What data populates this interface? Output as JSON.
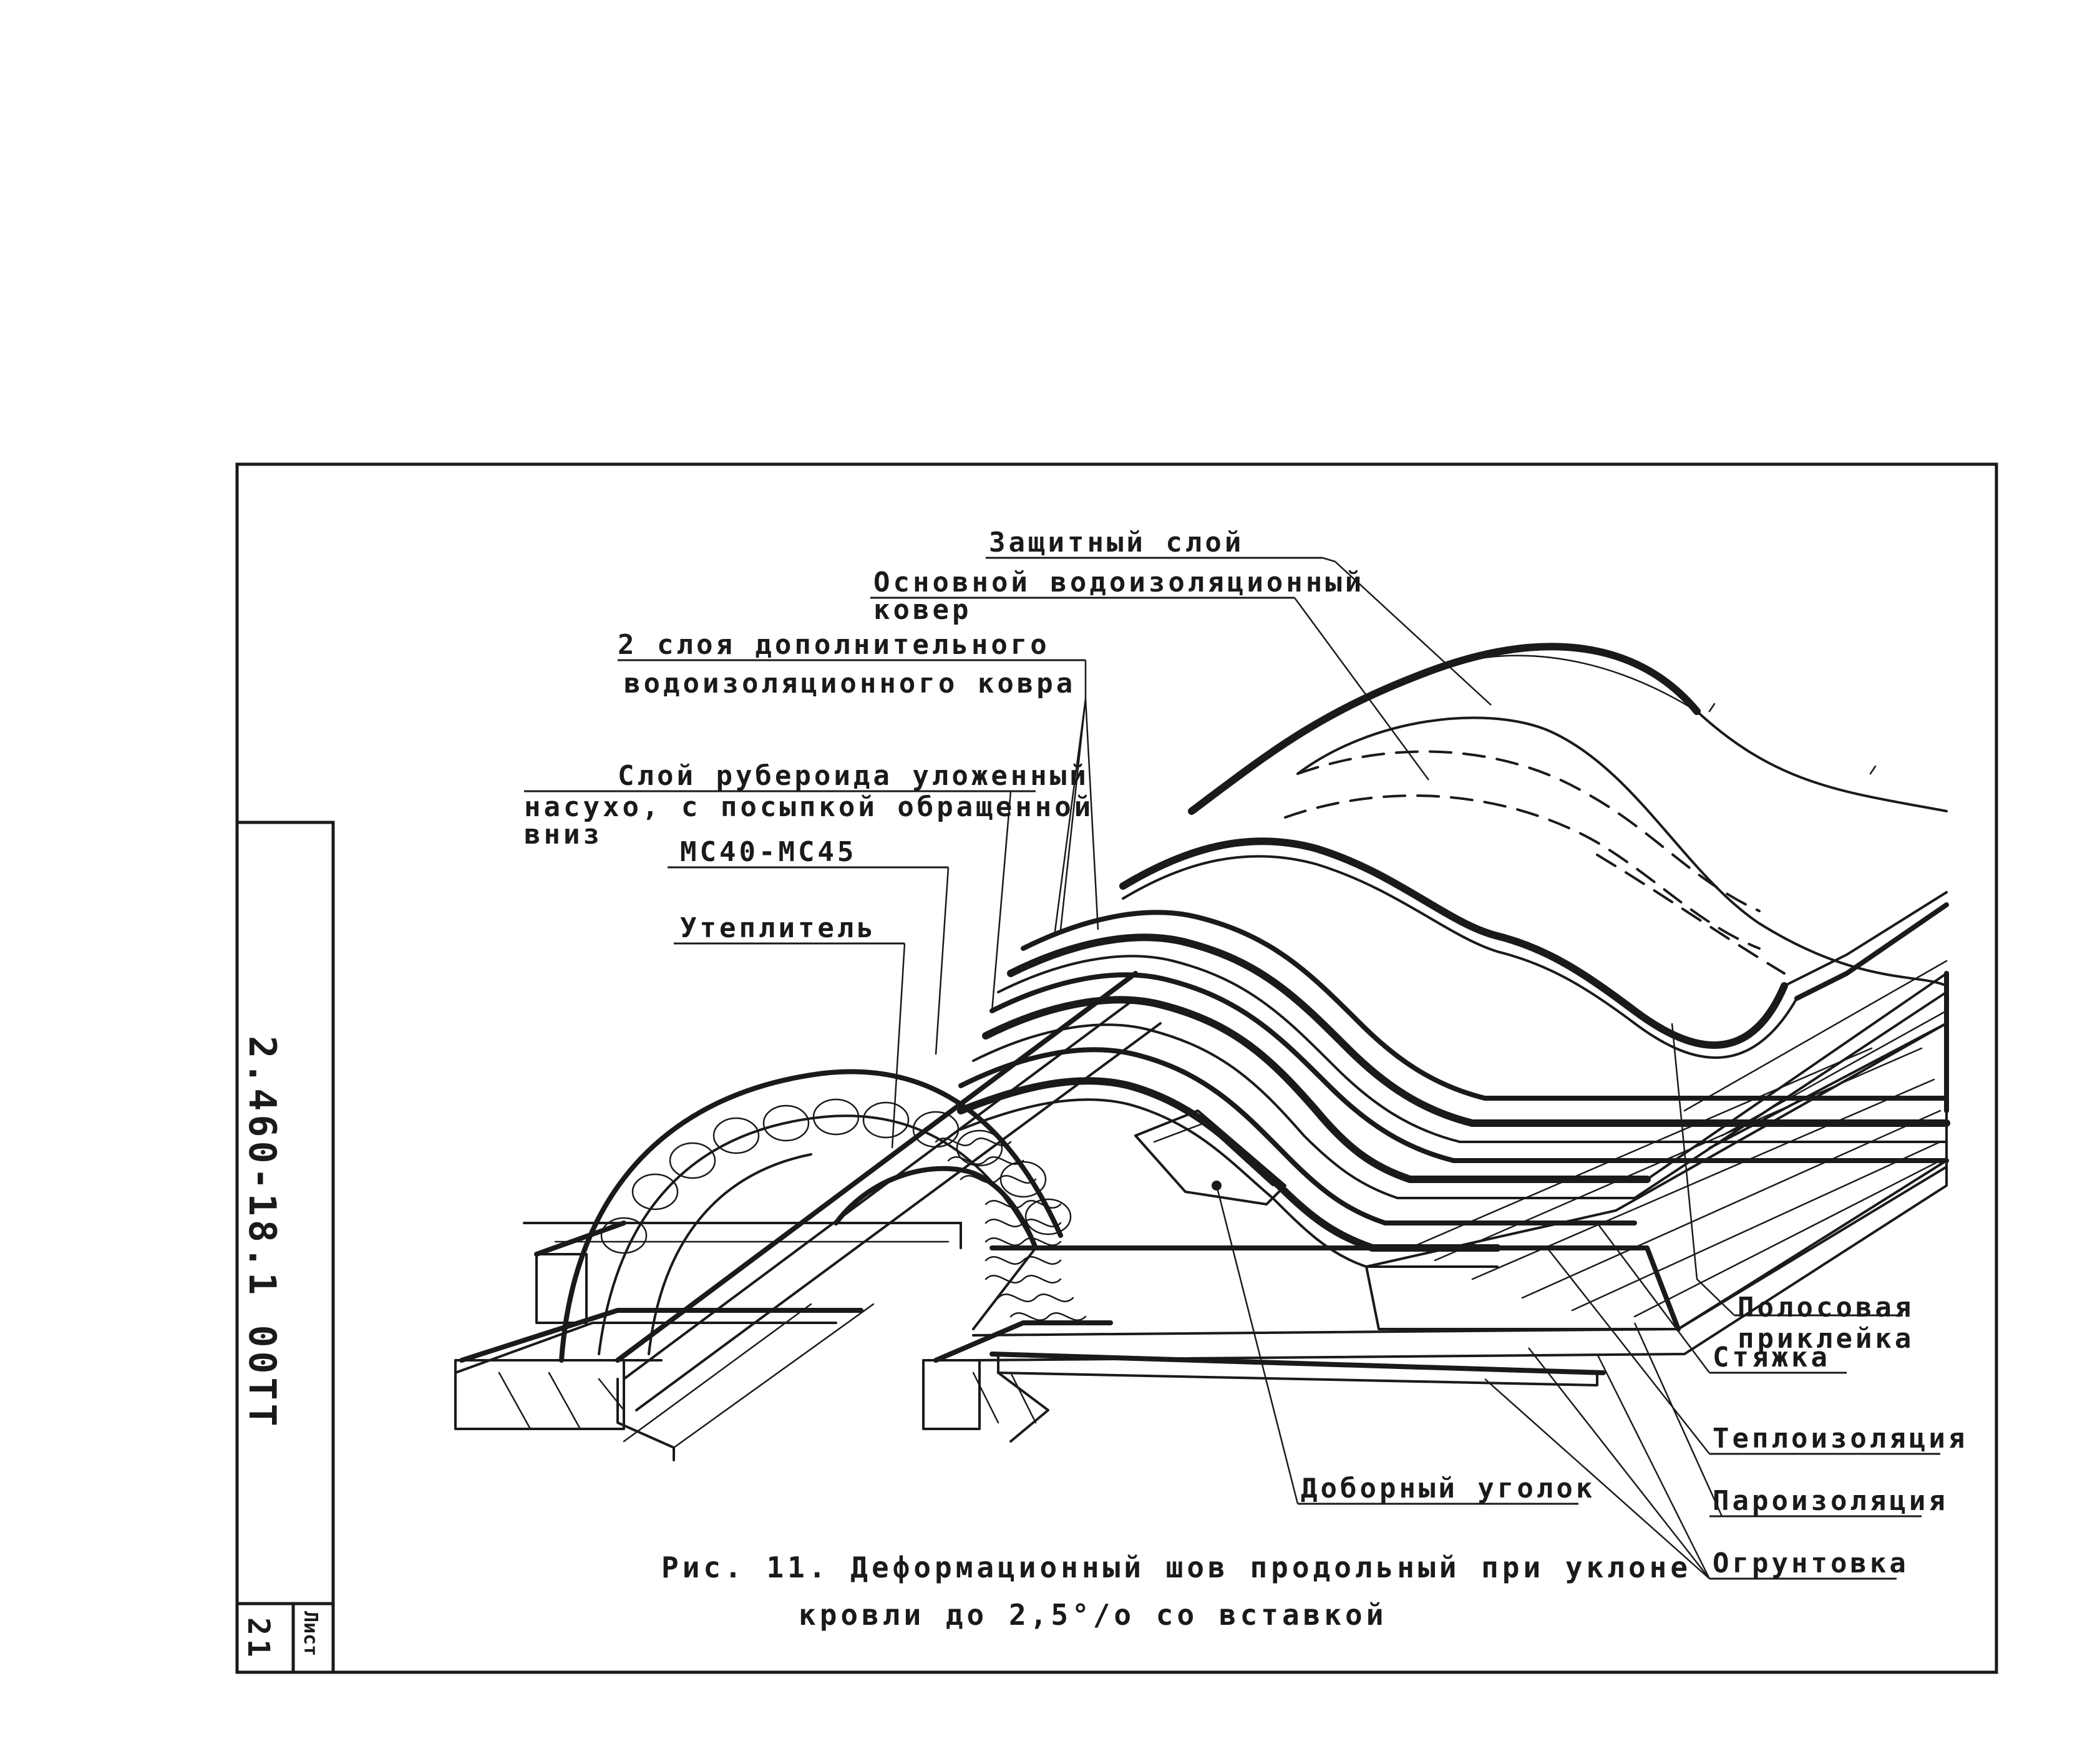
{
  "drawing": {
    "code": "2.460-18.1 00ТТ",
    "sheet_label": "Лист",
    "sheet_number": "21"
  },
  "labels": {
    "protective_layer": "Защитный слой",
    "main_waterproofing_1": "Основной водоизоляционный",
    "main_waterproofing_2": "ковер",
    "additional_1": "2 слоя дополнительного",
    "additional_2": "водоизоляционного ковра",
    "ruberoid_1": "Слой рубероида уложенный",
    "ruberoid_2": "насухо, с посыпкой обращенной",
    "ruberoid_3": "вниз",
    "brand": "МС40-МС45",
    "insulant": "Утеплитель",
    "strip_1": "Полосовая",
    "strip_2": "приклейка",
    "screed": "Стяжка",
    "thermal_insulation": "Теплоизоляция",
    "vapor_barrier": "Пароизоляция",
    "primer": "Огрунтовка",
    "corner": "Доборный уголок"
  },
  "caption": {
    "line1": "Рис. 11. Деформационный шов продольный при уклоне",
    "line2": "кровли до 2,5°/о со вставкой"
  }
}
